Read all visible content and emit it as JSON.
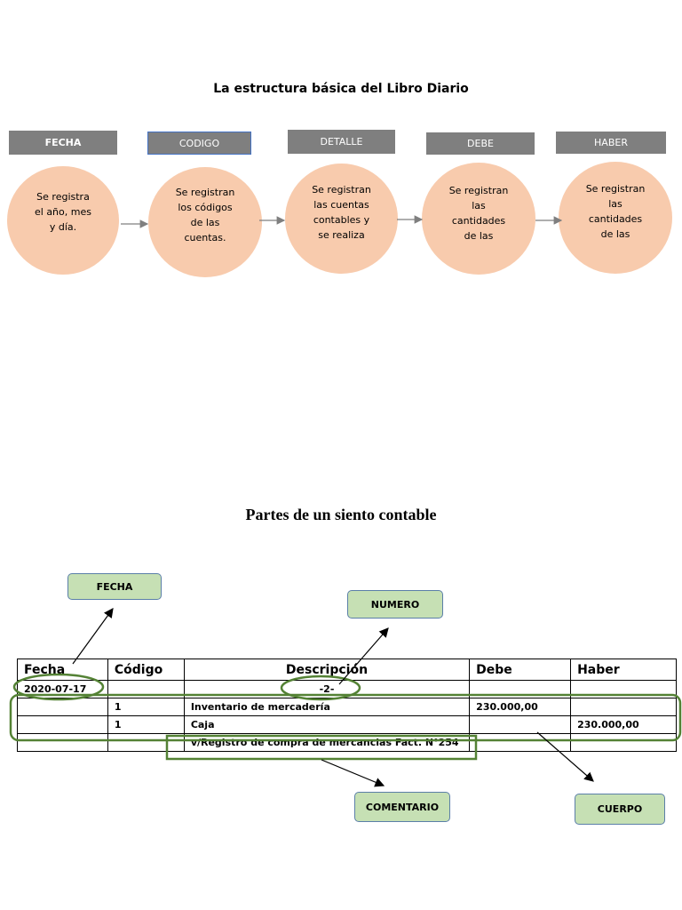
{
  "diagram": {
    "title": "La estructura básica del Libro Diario",
    "steps": [
      {
        "header": "FECHA",
        "text": "Se registra\nel año, mes\ny día."
      },
      {
        "header": "CODIGO",
        "text": "Se registran\nlos códigos\nde las\ncuentas."
      },
      {
        "header": "DETALLE",
        "text": "Se registran\nlas cuentas\ncontables y\nse realiza"
      },
      {
        "header": "DEBE",
        "text": "Se registran\nlas\ncantidades\nde las"
      },
      {
        "header": "HABER",
        "text": "Se registran\nlas\ncantidades\nde las"
      }
    ]
  },
  "asiento": {
    "title": "Partes de un siento contable",
    "columns": [
      "Fecha",
      "Código",
      "Descripción",
      "Debe",
      "Haber"
    ],
    "rows": [
      [
        "2020-07-17",
        "",
        "-2-",
        "",
        ""
      ],
      [
        "",
        "1",
        "Inventario de mercadería",
        "230.000,00",
        ""
      ],
      [
        "",
        "1",
        "Caja",
        "",
        "230.000,00"
      ],
      [
        "",
        "",
        "v/Registro de compra de mercancias Fact. N°254",
        "",
        ""
      ]
    ],
    "labels": {
      "fecha": "FECHA",
      "numero": "NUMERO",
      "comentario": "COMENTARIO",
      "cuerpo": "CUERPO"
    }
  },
  "colors": {
    "header_gray": "#7f7f7f",
    "circle_fill": "#f8cbad",
    "note_fill": "#c6e0b4",
    "highlight_green": "#548235"
  }
}
